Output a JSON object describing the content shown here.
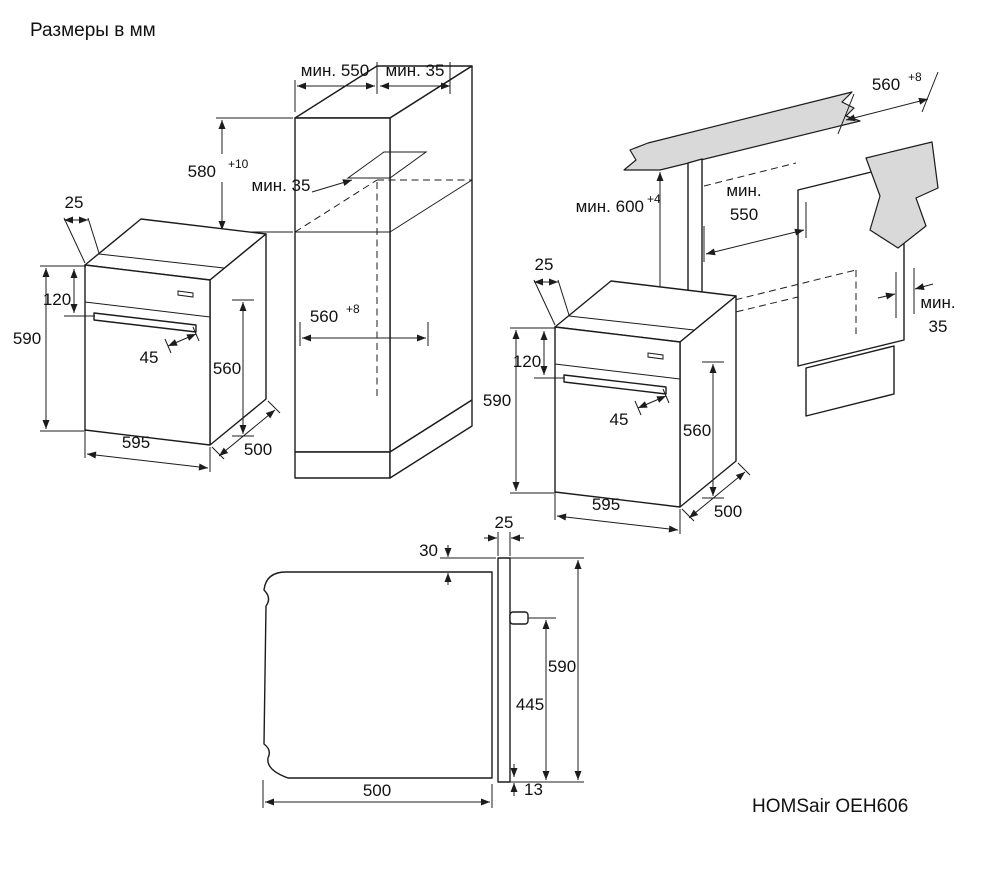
{
  "title": "Размеры в мм",
  "model": "HOMSair OEH606",
  "column": {
    "depth_min": "мин. 550",
    "rear_gap_min": "мин. 35",
    "niche_height": "580",
    "niche_height_tol": "+10",
    "vent_gap_min": "мин. 35",
    "niche_width": "560",
    "niche_width_tol": "+8"
  },
  "counter": {
    "niche_width": "560",
    "niche_width_tol": "+8",
    "height_min": "мин. 600",
    "height_min_tol": "+4",
    "depth_min_word": "мин.",
    "depth_min_value": "550",
    "rear_gap_word": "мин.",
    "rear_gap_value": "35"
  },
  "oven_left": {
    "top_inset": "25",
    "panel_height": "120",
    "height": "590",
    "handle_offset": "45",
    "body_depth": "560",
    "width": "595",
    "body_width": "500"
  },
  "oven_right": {
    "top_inset": "25",
    "panel_height": "120",
    "height": "590",
    "handle_offset": "45",
    "body_depth": "560",
    "width": "595",
    "body_width": "500"
  },
  "side": {
    "door_thickness": "25",
    "top_offset": "30",
    "height": "590",
    "handle_height": "445",
    "bottom_offset": "13",
    "depth": "500"
  }
}
